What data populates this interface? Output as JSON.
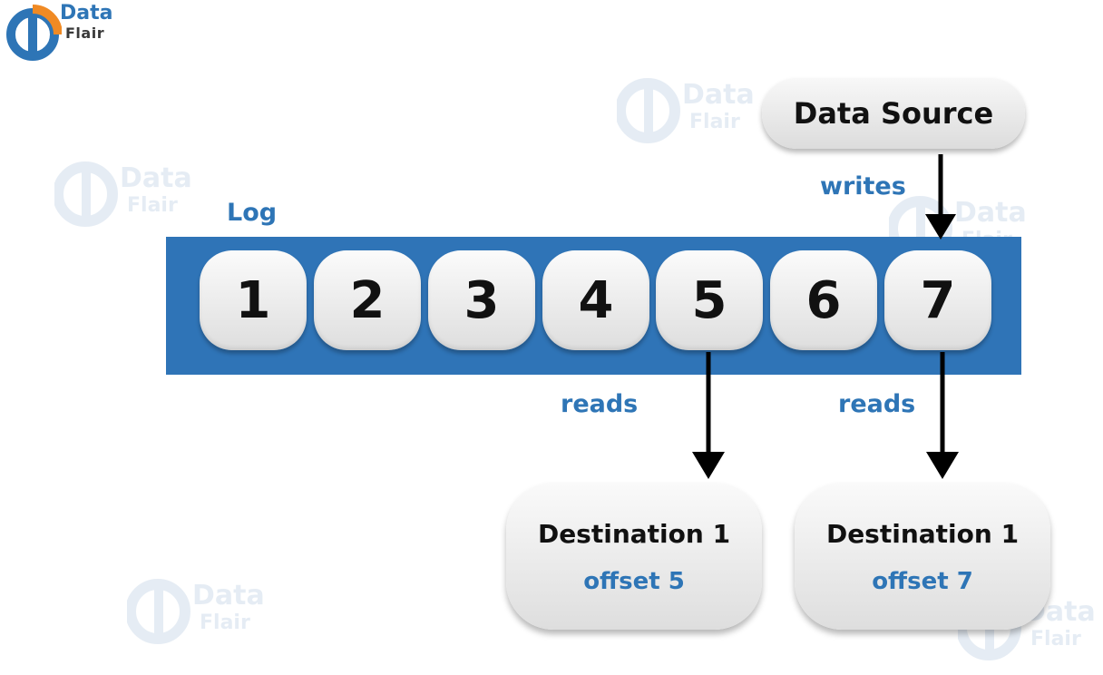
{
  "logo": {
    "line1": "Data",
    "line2": "Flair"
  },
  "watermark": {
    "line1": "Data",
    "line2": "Flair"
  },
  "diagram": {
    "log_label": "Log",
    "log_cells": [
      "1",
      "2",
      "3",
      "4",
      "5",
      "6",
      "7"
    ],
    "data_source": "Data Source",
    "writes_label": "writes",
    "reads_label": "reads",
    "destinations": [
      {
        "title": "Destination 1",
        "offset": "offset 5"
      },
      {
        "title": "Destination 1",
        "offset": "offset 7"
      }
    ]
  },
  "colors": {
    "accent": "#2e75b6",
    "log_strip": "#2f74b7",
    "arrow": "#000000"
  }
}
